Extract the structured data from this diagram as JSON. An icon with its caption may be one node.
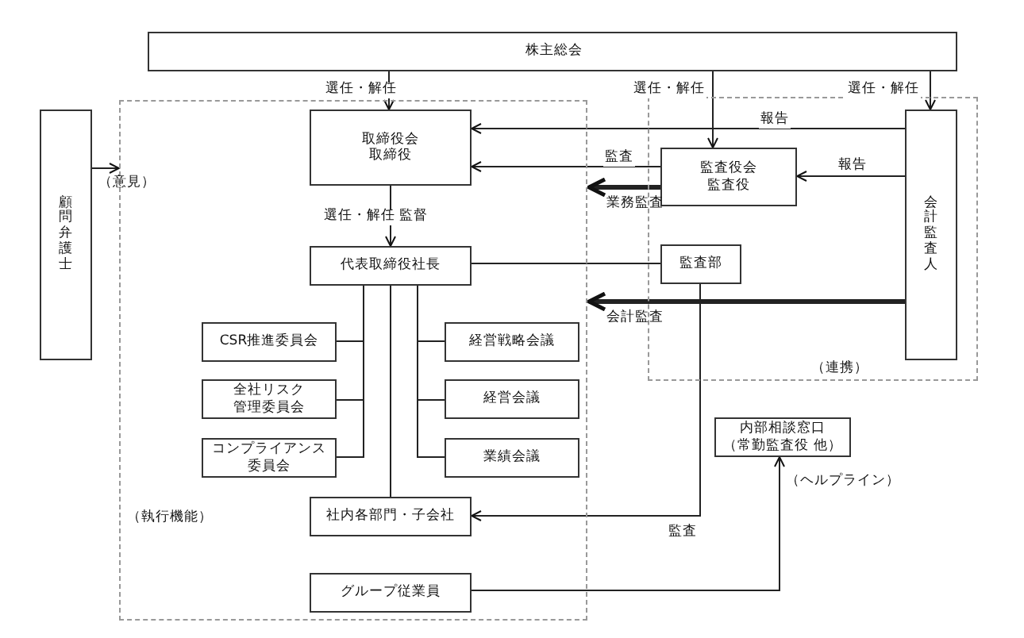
{
  "diagram": {
    "nodes": [
      {
        "text": [
          "株主総会"
        ]
      },
      {
        "text": [
          "（執行機能）"
        ]
      },
      {
        "text": [
          "取締役会",
          "取締役"
        ],
        "in": 1
      },
      {
        "text": [
          "代表取締役社長"
        ],
        "in": 1
      },
      {
        "text": [
          "CSR推進委員会"
        ],
        "in": 1
      },
      {
        "text": [
          "全社リスク管理委員会"
        ],
        "in": 1
      },
      {
        "text": [
          "コンプライアンス委員会"
        ],
        "in": 1
      },
      {
        "text": [
          "経営戦略会議"
        ],
        "in": 1
      },
      {
        "text": [
          "経営会議"
        ],
        "in": 1
      },
      {
        "text": [
          "業績会議"
        ],
        "in": 1
      },
      {
        "text": [
          "社内各部門・子会社"
        ],
        "in": 1
      },
      {
        "text": [
          "グループ従業員"
        ],
        "in": 1
      },
      {
        "text": [
          "（連携）"
        ]
      },
      {
        "text": [
          "監査役会",
          "監査役"
        ],
        "in": 12
      },
      {
        "text": [
          "監査部"
        ],
        "in": 12
      },
      {
        "text": [
          "会計監査人"
        ],
        "in": 12
      },
      {
        "text": [
          "顧問弁護士"
        ]
      },
      {
        "text": [
          "内部相談窓口",
          "（常勤監査役 他）"
        ]
      }
    ],
    "edges": [
      {
        "from": 0,
        "to": 2,
        "arrow": "to",
        "label": "選任・解任"
      },
      {
        "from": 0,
        "to": 13,
        "arrow": "to",
        "label": "選任・解任"
      },
      {
        "from": 0,
        "to": 15,
        "arrow": "to",
        "label": "選任・解任"
      },
      {
        "from": 16,
        "to": 1,
        "arrow": "to",
        "label": "（意見）"
      },
      {
        "from": 2,
        "to": 3,
        "arrow": "to",
        "label": "選任・解任 監督"
      },
      {
        "from": 15,
        "to": 2,
        "arrow": "to",
        "label": "報告"
      },
      {
        "from": 13,
        "to": 2,
        "arrow": "to",
        "label": "監査"
      },
      {
        "from": 13,
        "to": 1,
        "arrow": "to",
        "label": "業務監査",
        "style": "thick"
      },
      {
        "from": 15,
        "to": 13,
        "arrow": "to",
        "label": "報告"
      },
      {
        "from": 3,
        "to": 14,
        "arrow": "none"
      },
      {
        "from": 15,
        "to": 1,
        "arrow": "to",
        "label": "会計監査",
        "style": "thick"
      },
      {
        "from": 14,
        "to": 10,
        "arrow": "to",
        "label": "監査"
      },
      {
        "from": 11,
        "to": 17,
        "arrow": "to",
        "label": "（ヘルプライン）"
      },
      {
        "from": 3,
        "to": 4,
        "arrow": "none"
      },
      {
        "from": 3,
        "to": 5,
        "arrow": "none"
      },
      {
        "from": 3,
        "to": 6,
        "arrow": "none"
      },
      {
        "from": 3,
        "to": 7,
        "arrow": "none"
      },
      {
        "from": 3,
        "to": 8,
        "arrow": "none"
      },
      {
        "from": 3,
        "to": 9,
        "arrow": "none"
      },
      {
        "from": 3,
        "to": 10,
        "arrow": "none"
      }
    ]
  }
}
